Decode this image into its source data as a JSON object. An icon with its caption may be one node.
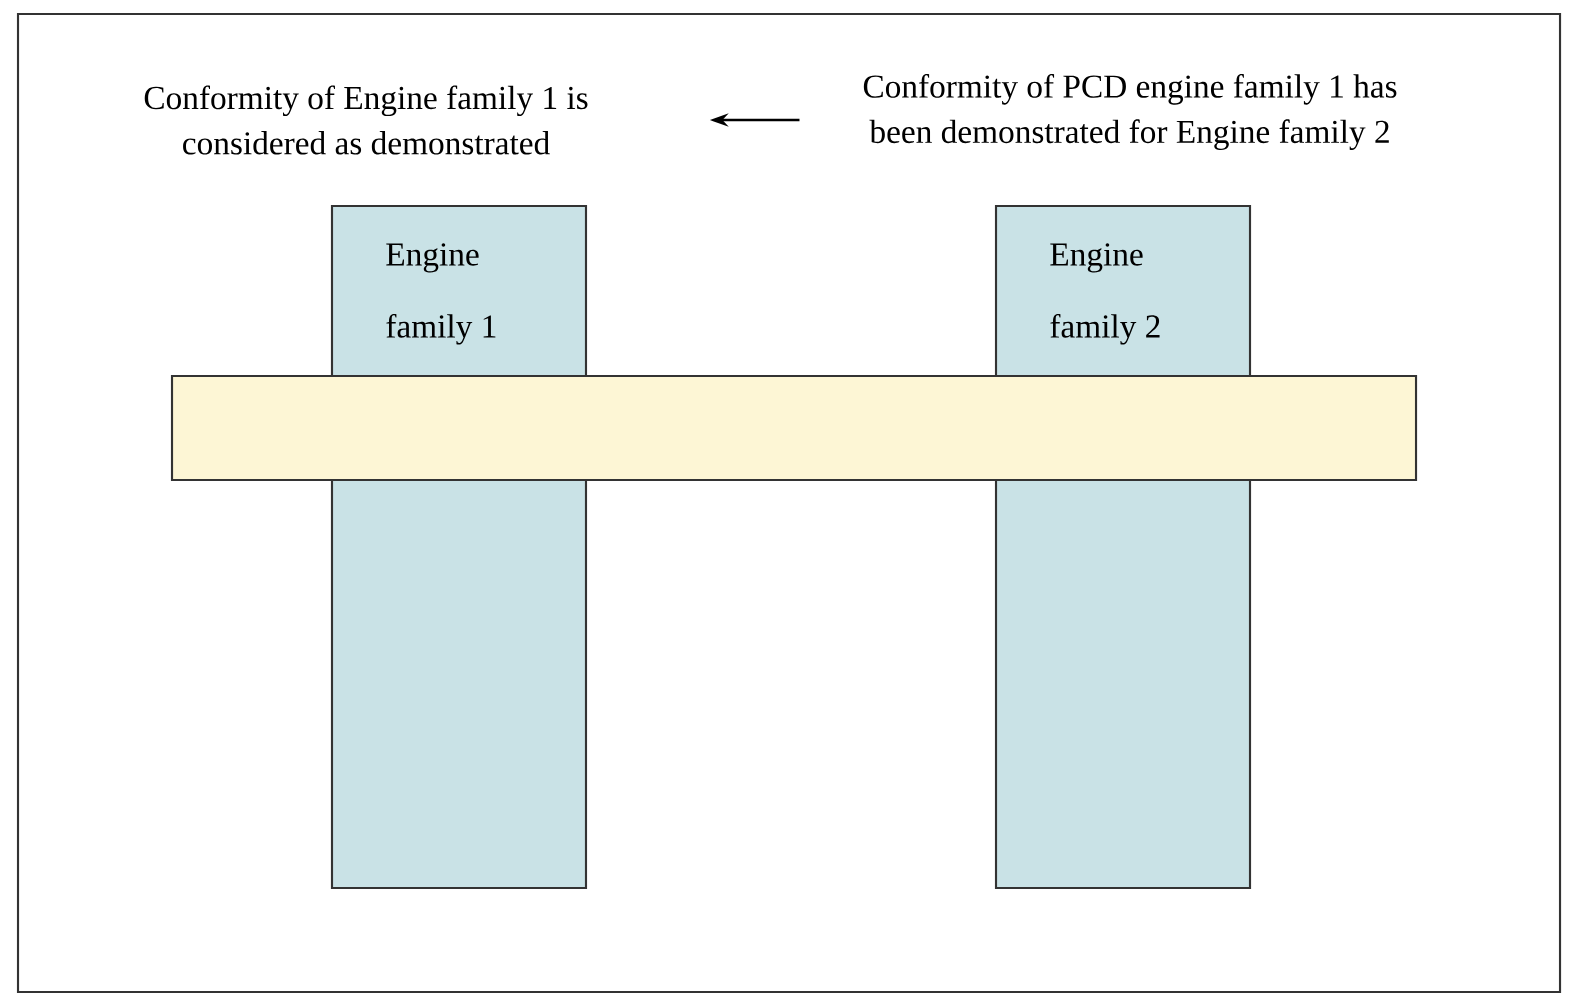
{
  "diagram": {
    "nodes": [
      {
        "text": [
          "Conformity of Engine family 1 is considered as demonstrated"
        ]
      },
      {
        "text": [
          "Conformity of PCD engine family 1 has been demonstrated for Engine family 2"
        ]
      },
      {
        "text": [
          "Engine family 1"
        ]
      },
      {
        "text": [
          "Engine family 2"
        ]
      },
      {
        "text": [],
        "shape": "bar"
      }
    ],
    "edges": [
      {
        "from": 1,
        "to": 0,
        "arrow": "to"
      }
    ]
  }
}
